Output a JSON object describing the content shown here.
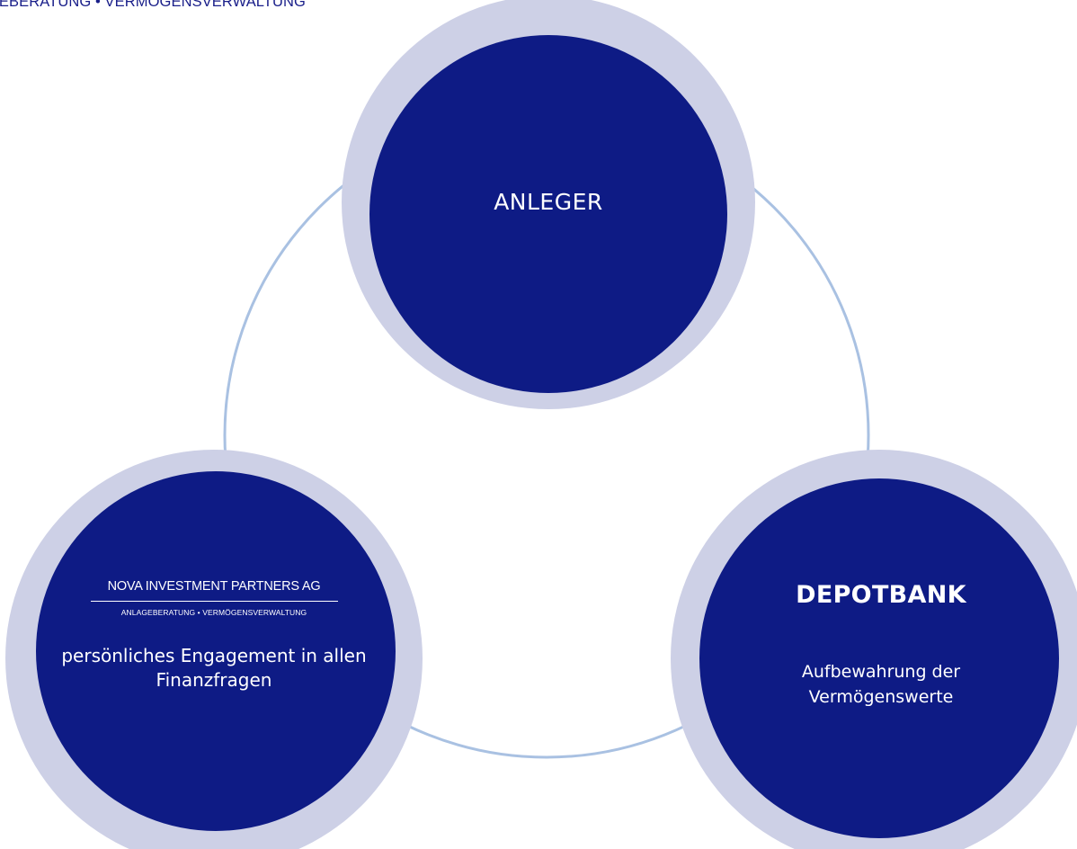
{
  "header": {
    "tagline": "GEBERATUNG • VERMÖGENSVERWALTUNG"
  },
  "colors": {
    "node_fill": "#0e1b85",
    "node_ring": "#cdd0e6",
    "connector": "#a9c1e2",
    "tagline_text": "#1a1f8a"
  },
  "nodes": {
    "anleger": {
      "label": "ANLEGER"
    },
    "nova": {
      "company_name": "NOVA INVESTMENT PARTNERS AG",
      "company_services": "ANLAGEBERATUNG • VERMÖGENSVERWALTUNG",
      "description": "persönliches Engagement in allen Finanzfragen"
    },
    "depotbank": {
      "title": "DEPOTBANK",
      "description": "Aufbewahrung der Vermögenswerte"
    }
  }
}
